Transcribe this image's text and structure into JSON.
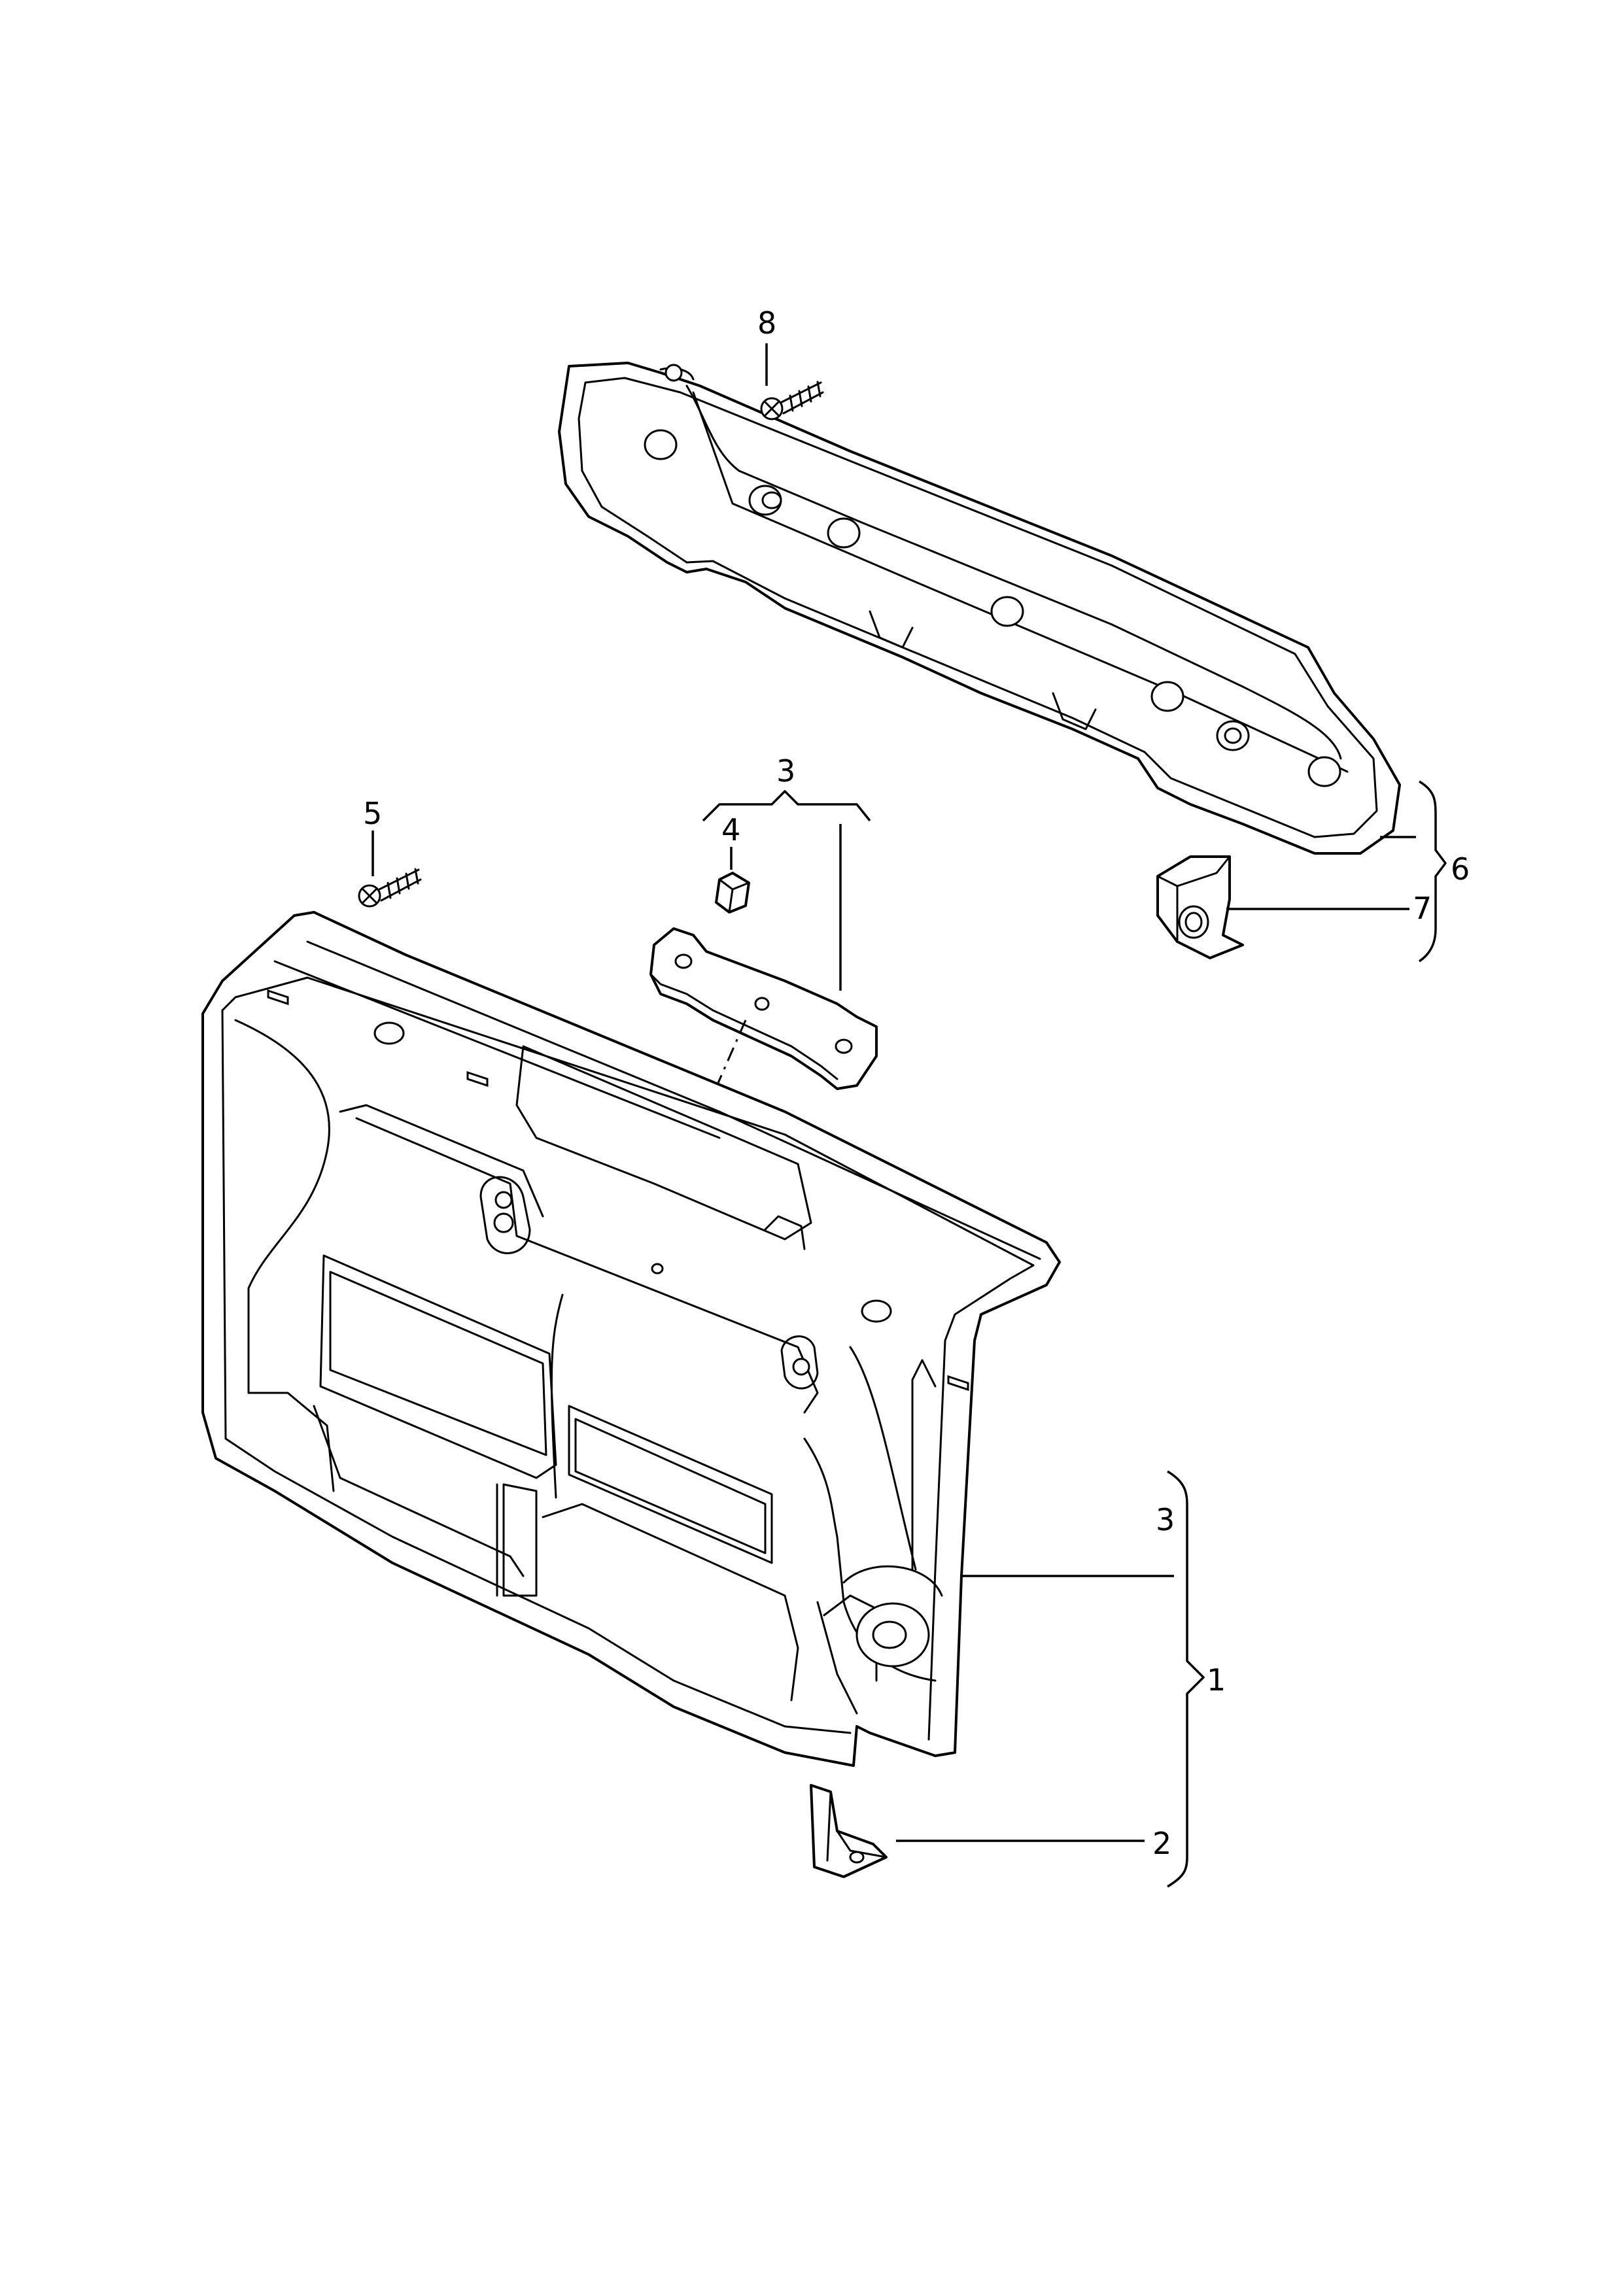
{
  "callouts": {
    "c1": "1",
    "c2": "2",
    "c3_top": "3",
    "c3_right": "3",
    "c4": "4",
    "c5": "5",
    "c6": "6",
    "c7": "7",
    "c8": "8"
  },
  "colors": {
    "line": "#000000",
    "background": "#ffffff"
  }
}
